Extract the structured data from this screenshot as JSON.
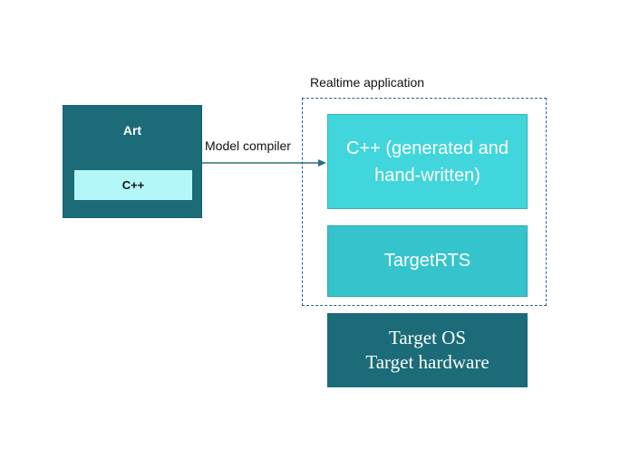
{
  "art": {
    "title": "Art",
    "inner_label": "C++"
  },
  "arrow": {
    "label": "Model compiler"
  },
  "realtime_application": {
    "label": "Realtime application",
    "generated_box": "C++ (generated and hand-written)",
    "rts_box": "TargetRTS"
  },
  "target": {
    "line1": "Target OS",
    "line2": "Target hardware"
  },
  "colors": {
    "dark_teal": "#1b6b78",
    "light_cyan": "#b4f7f8",
    "bright_cyan": "#40d6dc",
    "dashed_border": "#2f5d8c"
  }
}
